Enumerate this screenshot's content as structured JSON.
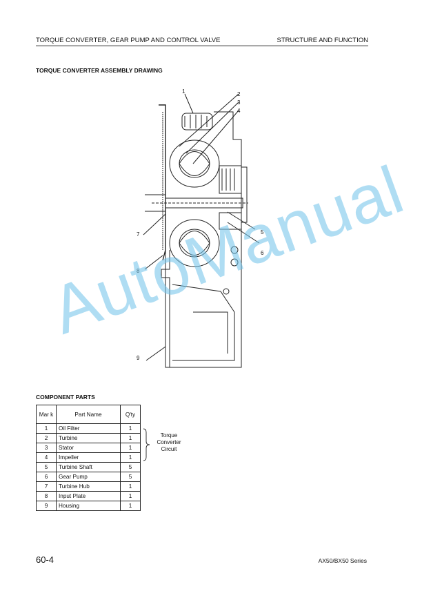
{
  "header": {
    "left": "TORQUE CONVERTER, GEAR PUMP AND CONTROL VALVE",
    "right": "STRUCTURE AND FUNCTION"
  },
  "section_title": "TORQUE CONVERTER ASSEMBLY DRAWING",
  "callouts": [
    "1",
    "2",
    "3",
    "4",
    "5",
    "6",
    "7",
    "8",
    "9"
  ],
  "parts_title": "COMPONENT PARTS",
  "table": {
    "headers": [
      "Mar k",
      "Part Name",
      "Q'ty"
    ],
    "rows": [
      [
        "1",
        "Oil Filter",
        "1"
      ],
      [
        "2",
        "Turbine",
        "1"
      ],
      [
        "3",
        "Stator",
        "1"
      ],
      [
        "4",
        "Impeller",
        "1"
      ],
      [
        "5",
        "Turbine Shaft",
        "5"
      ],
      [
        "6",
        "Gear Pump",
        "5"
      ],
      [
        "7",
        "Turbine Hub",
        "1"
      ],
      [
        "8",
        "Input Plate",
        "1"
      ],
      [
        "9",
        "Housing",
        "1"
      ]
    ]
  },
  "group_label": [
    "Torque",
    "Converter",
    "Circuit"
  ],
  "watermark": "AutoManual",
  "footer": {
    "page": "60-4",
    "series": "AX50/BX50 Series"
  }
}
